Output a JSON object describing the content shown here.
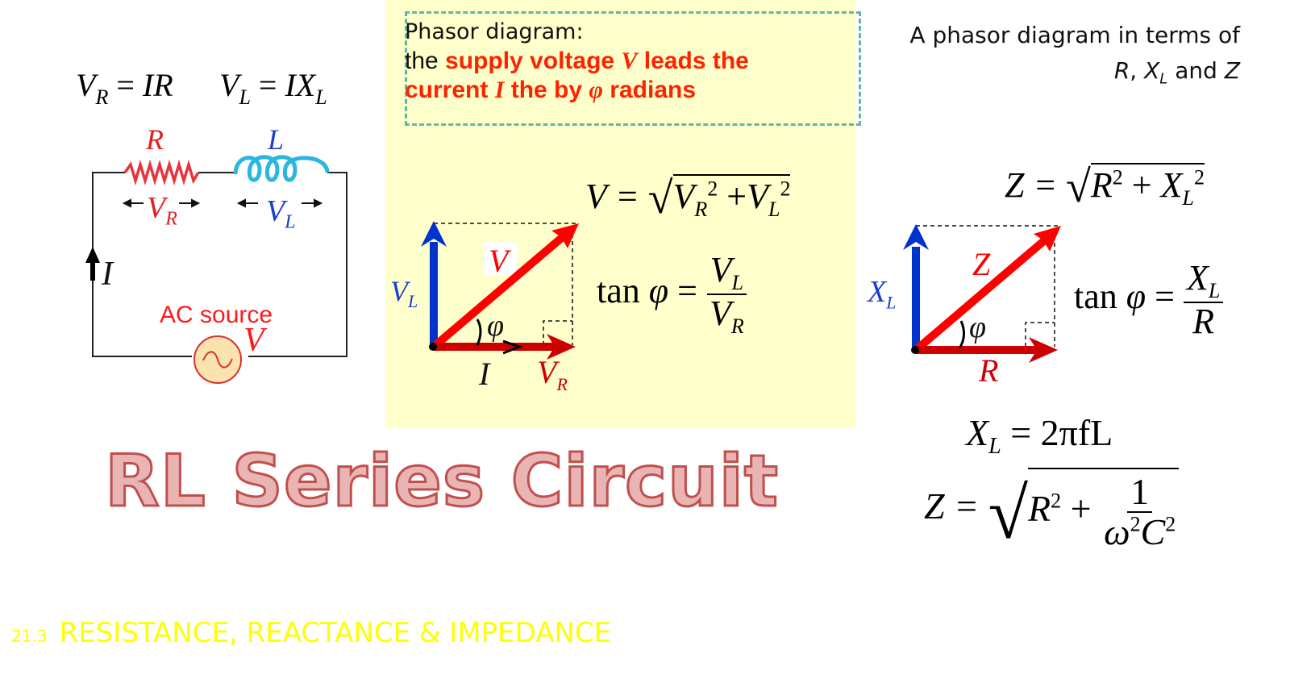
{
  "left": {
    "formula_vr": {
      "lhs": "V",
      "lhs_sub": "R",
      "rhs": "= IR"
    },
    "formula_vl": {
      "lhs": "V",
      "lhs_sub": "L",
      "rhs": "= IX",
      "rhs_sub": "L"
    },
    "circuit": {
      "resistor_label": "R",
      "inductor_label": "L",
      "vr_label": "V",
      "vr_sub": "R",
      "vl_label": "V",
      "vl_sub": "L",
      "current_label": "I",
      "source_label": "AC source",
      "source_voltage": "V",
      "colors": {
        "resistor": "#e8343c",
        "inductor": "#29b6e0",
        "wire": "#222222",
        "source_fill": "#fbe3b0",
        "source_stroke": "#d9302e"
      }
    }
  },
  "middle": {
    "panel_color": "#ffffcc",
    "note": {
      "line1": "Phasor diagram:",
      "line2_prefix": "the ",
      "line2_red": "supply voltage ",
      "line2_var": "V",
      "line2_red2": " leads the",
      "line3_red": "current ",
      "line3_var": "I",
      "line3_red2": " the by ",
      "line3_phi": "φ",
      "line3_red3": " radians",
      "border_color": "#5fb8a6"
    },
    "phasor": {
      "vl_label": "V",
      "vl_sub": "L",
      "v_label": "V",
      "phi_label": "φ",
      "i_label": "I",
      "vr_label": "V",
      "vr_sub": "R"
    },
    "eq_v": {
      "lhs": "V =",
      "a": "V",
      "a_sub": "R",
      "a_sup": "2",
      "plus": "+",
      "b": "V",
      "b_sub": "L",
      "b_sup": "2"
    },
    "eq_tan": {
      "lhs": "tan",
      "phi": "φ",
      "eq": "=",
      "num": "V",
      "num_sub": "L",
      "den": "V",
      "den_sub": "R"
    }
  },
  "right": {
    "heading_line1": "A phasor diagram in terms of",
    "heading_line2_r": "R",
    "heading_line2_sep": ", ",
    "heading_line2_x": "X",
    "heading_line2_xsub": "L",
    "heading_line2_rest": " and ",
    "heading_line2_z": "Z",
    "eq_z": {
      "lhs": "Z =",
      "a": "R",
      "a_sup": "2",
      "plus": "+",
      "b": "X",
      "b_sub": "L",
      "b_sup": "2"
    },
    "phasor": {
      "xl_label": "X",
      "xl_sub": "L",
      "z_label": "Z",
      "phi_label": "φ",
      "r_label": "R"
    },
    "eq_tan": {
      "lhs": "tan",
      "phi": "φ",
      "eq": "=",
      "num": "X",
      "num_sub": "L",
      "den": "R"
    },
    "eq_xl": {
      "lhs": "X",
      "lhs_sub": "L",
      "rhs": "= 2πfL"
    },
    "eq_z2": {
      "lhs": "Z =",
      "a": "R",
      "a_sup": "2",
      "plus": "+",
      "num": "1",
      "den_a": "ω",
      "den_a_sup": "2",
      "den_b": "C",
      "den_b_sup": "2"
    }
  },
  "title": "RL Series Circuit",
  "footer": {
    "section_number": "21.3",
    "section_title": "RESISTANCE, REACTANCE & IMPEDANCE",
    "color": "#ffff00"
  }
}
